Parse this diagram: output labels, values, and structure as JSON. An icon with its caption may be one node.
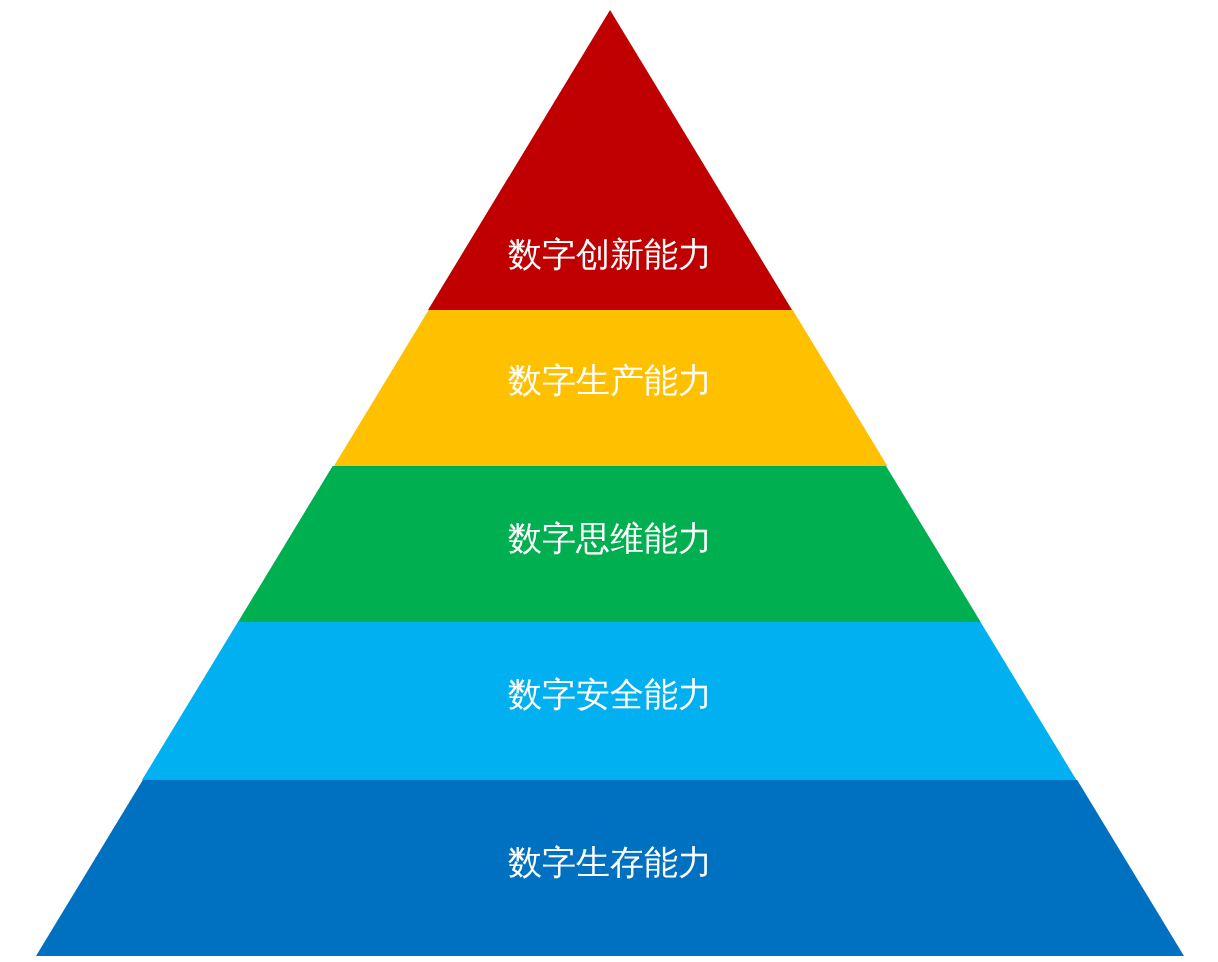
{
  "diagram": {
    "nodes": [
      {
        "text": [
          "数字创新能力"
        ]
      },
      {
        "text": [
          "数字生产能力"
        ]
      },
      {
        "text": [
          "数字思维能力"
        ]
      },
      {
        "text": [
          "数字安全能力"
        ]
      },
      {
        "text": [
          "数字生存能力"
        ]
      }
    ]
  }
}
